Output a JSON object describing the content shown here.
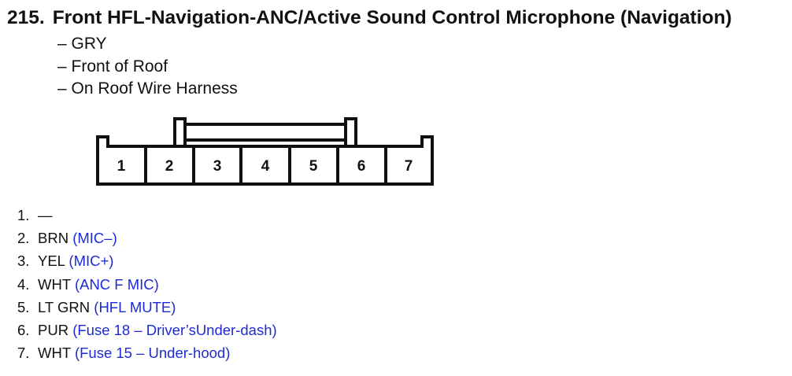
{
  "header": {
    "number": "215.",
    "title": "Front HFL-Navigation-ANC/Active Sound Control Microphone (Navigation)"
  },
  "properties": [
    "– GRY",
    "– Front of Roof",
    "– On Roof Wire Harness"
  ],
  "connector": {
    "cavities": [
      "1",
      "2",
      "3",
      "4",
      "5",
      "6",
      "7"
    ]
  },
  "pins": [
    {
      "no": "1.",
      "wire": "—",
      "function": ""
    },
    {
      "no": "2.",
      "wire": "BRN",
      "function": "(MIC–)"
    },
    {
      "no": "3.",
      "wire": "YEL",
      "function": "(MIC+)"
    },
    {
      "no": "4.",
      "wire": "WHT",
      "function": "(ANC F MIC)"
    },
    {
      "no": "5.",
      "wire": "LT GRN",
      "function": "(HFL MUTE)"
    },
    {
      "no": "6.",
      "wire": "PUR",
      "function": "(Fuse 18 – Driver’sUnder-dash)"
    },
    {
      "no": "7.",
      "wire": "WHT",
      "function": "(Fuse 15 – Under-hood)"
    }
  ],
  "colors": {
    "text": "#111111",
    "function_text": "#1d2bd6"
  }
}
